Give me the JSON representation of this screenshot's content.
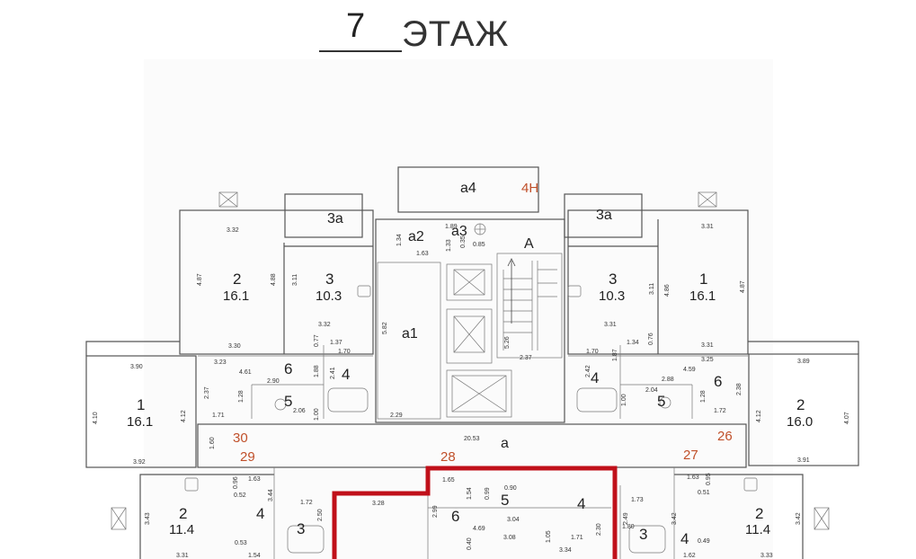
{
  "header": {
    "floor_number": "7",
    "floor_word": "ЭТАЖ"
  },
  "rooms": {
    "r_a4": "а4",
    "r_4n": "4Н",
    "r_3a_left": "3а",
    "r_3a_right": "3а",
    "r_a2": "а2",
    "r_a3": "а3",
    "r_A": "А",
    "r_a1": "а1",
    "r_a": "а",
    "left2_num": "2",
    "left2_area": "16.1",
    "left3_num": "3",
    "left3_area": "10.3",
    "right3_num": "3",
    "right3_area": "10.3",
    "right1_num": "1",
    "right1_area": "16.1",
    "leftfar1_num": "1",
    "leftfar1_area": "16.1",
    "rightfar2_num": "2",
    "rightfar2_area": "16.0",
    "l6": "6",
    "l4": "4",
    "l5": "5",
    "r4": "4",
    "r5": "5",
    "r6": "6",
    "bl2_num": "2",
    "bl2_area": "11.4",
    "bl4": "4",
    "bl3": "3",
    "bc6": "6",
    "bc5": "5",
    "bc4": "4",
    "br3": "3",
    "br4": "4",
    "br2_num": "2",
    "br2_area": "11.4"
  },
  "apartment_numbers": {
    "n30": "30",
    "n29": "29",
    "n28": "28",
    "n27": "27",
    "n26": "26"
  },
  "dimensions": {
    "d1": "3.32",
    "d2": "4.87",
    "d3": "4.88",
    "d4": "3.30",
    "d5": "3.11",
    "d6": "3.32",
    "d7": "1.89",
    "d8": "1.34",
    "d9": "1.33",
    "d10": "0.35",
    "d11": "0.85",
    "d12": "1.63",
    "d13": "3.31",
    "d14": "4.86",
    "d15": "4.87",
    "d16": "3.31",
    "d17": "3.11",
    "d18": "3.31",
    "d19": "5.82",
    "d20": "5.26",
    "d21": "2.37",
    "d22": "1.37",
    "d23": "1.70",
    "d24": "0.77",
    "d25": "3.23",
    "d26": "4.61",
    "d27": "2.41",
    "d28": "1.88",
    "d29": "3.90",
    "d30": "2.37",
    "d31": "1.28",
    "d32": "2.90",
    "d33": "2.06",
    "d34": "1.71",
    "d35": "1.00",
    "d36": "4.10",
    "d37": "4.12",
    "d38": "2.29",
    "d39": "1.70",
    "d40": "1.34",
    "d41": "1.87",
    "d42": "0.76",
    "d43": "3.25",
    "d44": "4.59",
    "d45": "2.42",
    "d46": "2.88",
    "d47": "2.04",
    "d48": "1.00",
    "d49": "1.28",
    "d50": "2.38",
    "d51": "3.89",
    "d52": "1.72",
    "d53": "4.12",
    "d54": "4.07",
    "d55": "1.60",
    "d56": "20.53",
    "d57": "3.92",
    "d58": "3.91",
    "d59": "1.63",
    "d60": "0.96",
    "d61": "3.44",
    "d62": "0.52",
    "d63": "1.72",
    "d64": "2.50",
    "d65": "3.43",
    "d66": "0.53",
    "d67": "3.31",
    "d68": "1.54",
    "d69": "3.28",
    "d70": "1.65",
    "d71": "2.99",
    "d72": "1.54",
    "d73": "0.99",
    "d74": "0.90",
    "d75": "3.04",
    "d76": "4.69",
    "d77": "3.08",
    "d78": "1.05",
    "d79": "1.71",
    "d80": "0.40",
    "d81": "3.34",
    "d82": "2.30",
    "d83": "1.63",
    "d84": "0.95",
    "d85": "0.51",
    "d86": "1.73",
    "d87": "2.49",
    "d88": "1.80",
    "d89": "3.42",
    "d90": "0.49",
    "d91": "1.62",
    "d92": "3.42",
    "d93": "3.33"
  },
  "colors": {
    "wall": "#555555",
    "highlight": "#c0101a",
    "apartment_number": "#c0502a"
  }
}
